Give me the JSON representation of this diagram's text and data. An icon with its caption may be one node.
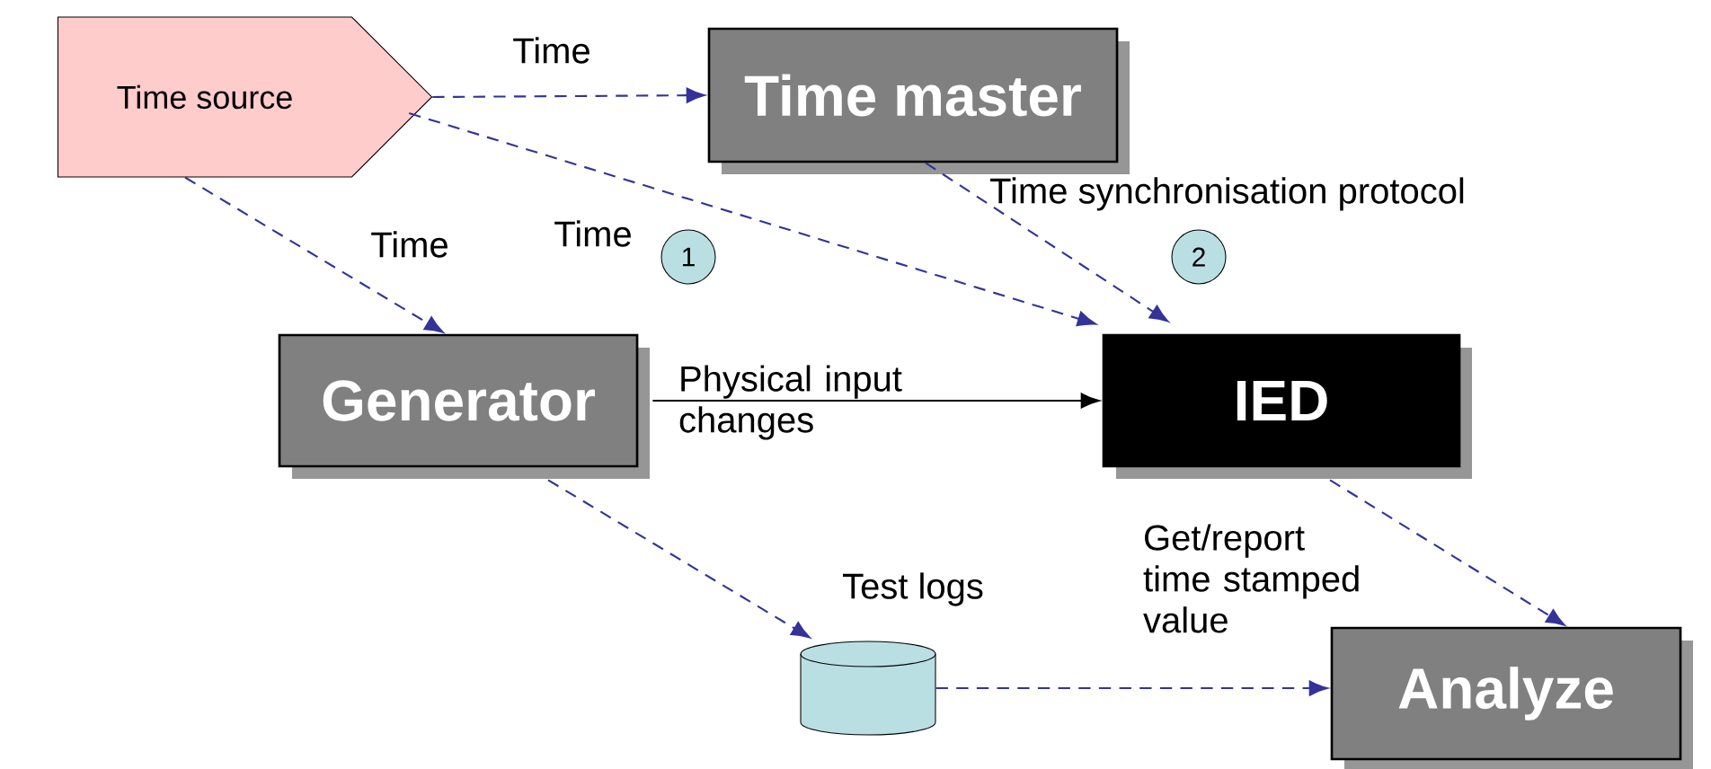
{
  "diagram": {
    "nodes": [
      {
        "text": [
          "Time source"
        ]
      },
      {
        "text": [
          "Time master"
        ]
      },
      {
        "text": [
          "1"
        ]
      },
      {
        "text": [
          "2"
        ]
      },
      {
        "text": [
          "Generator"
        ]
      },
      {
        "text": [
          "IED"
        ]
      },
      {
        "text": [],
        "shape": "cylinder",
        "beside": [
          "Test logs"
        ]
      },
      {
        "text": [
          "Analyze"
        ]
      }
    ],
    "edges": [
      {
        "from": 0,
        "to": 1,
        "arrow": "to",
        "style": "dashed",
        "label": "Time"
      },
      {
        "from": 0,
        "to": 5,
        "arrow": "to",
        "style": "dashed",
        "label": "Time"
      },
      {
        "from": 0,
        "to": 4,
        "arrow": "to",
        "style": "dashed",
        "label": "Time"
      },
      {
        "from": 1,
        "to": 5,
        "arrow": "to",
        "style": "dashed",
        "label": "Time synchronisation protocol"
      },
      {
        "from": 4,
        "to": 5,
        "arrow": "to",
        "color": "#000000",
        "label": "Physical input changes"
      },
      {
        "from": 4,
        "to": 6,
        "arrow": "to",
        "style": "dashed"
      },
      {
        "from": 5,
        "to": 7,
        "arrow": "to",
        "style": "dashed",
        "label": "Get/report time stamped value"
      },
      {
        "from": 6,
        "to": 7,
        "arrow": "to",
        "style": "dashed"
      }
    ]
  }
}
